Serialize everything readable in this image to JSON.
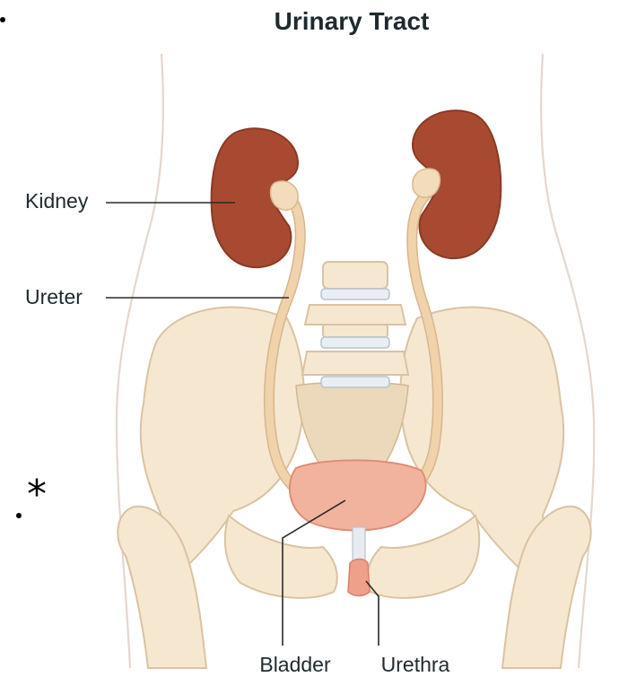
{
  "title": "Urinary Tract",
  "labels": {
    "kidney": "Kidney",
    "ureter": "Ureter",
    "bladder": "Bladder",
    "urethra": "Urethra"
  },
  "marks": {
    "asterisk": "*"
  },
  "colors": {
    "kidney": "#a84a32",
    "bladder": "#f2b39e",
    "bone": "#f6e7d1",
    "ureter": "#f0d3aa",
    "text": "#1f2a2e"
  }
}
